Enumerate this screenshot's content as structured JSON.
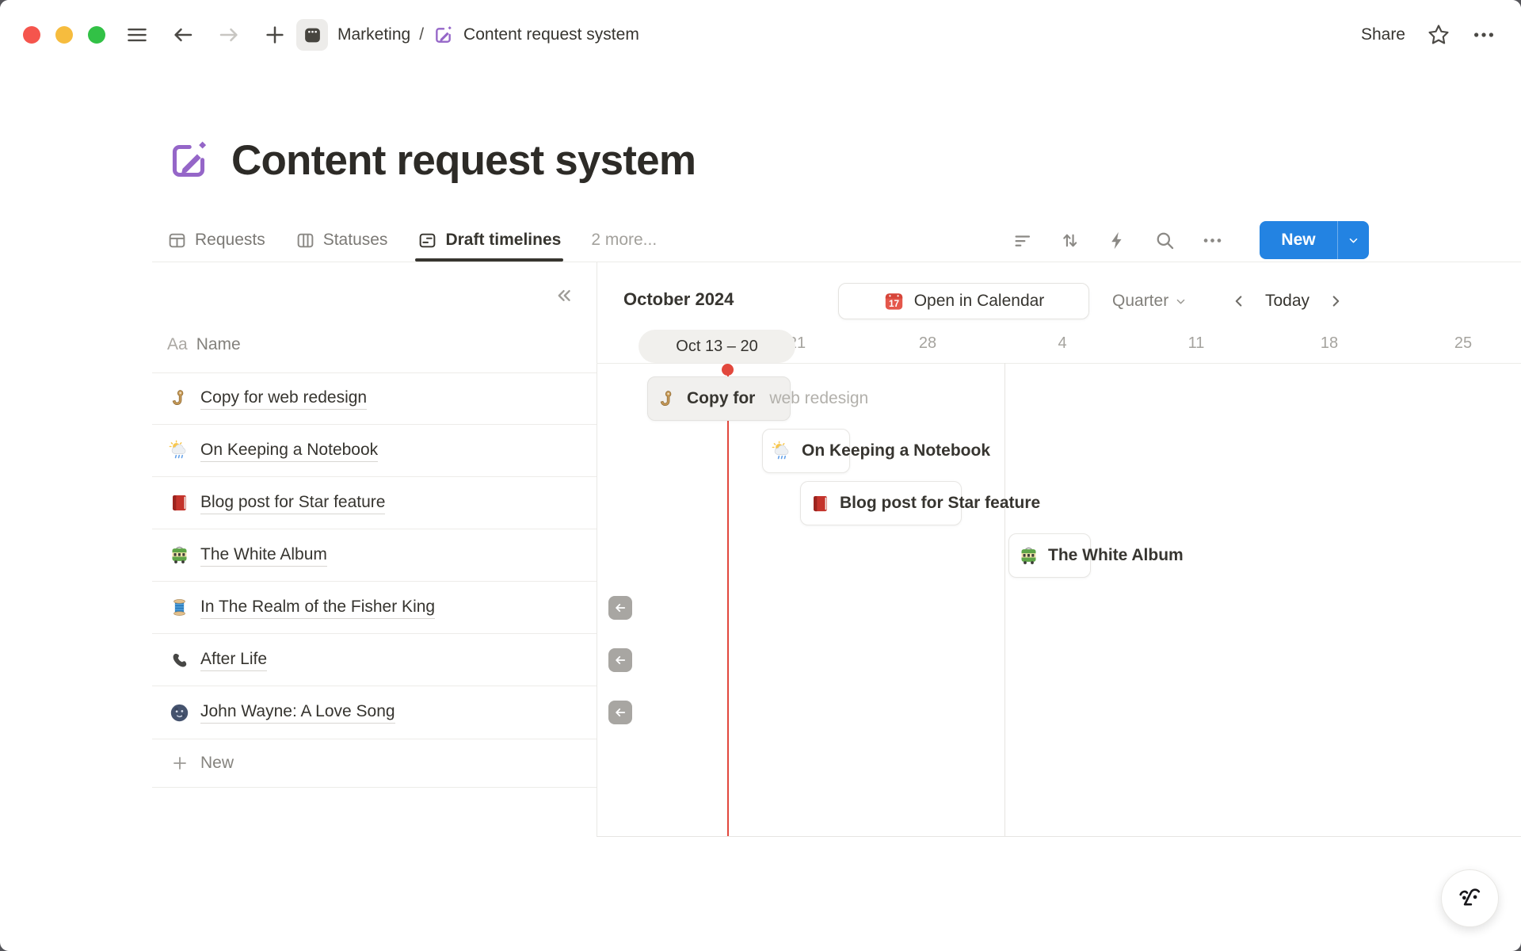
{
  "window": {
    "breadcrumb": {
      "workspace": "Marketing",
      "separator": "/",
      "page": "Content request system"
    },
    "share_label": "Share"
  },
  "page": {
    "title": "Content request system"
  },
  "tabs": {
    "items": [
      {
        "label": "Requests",
        "icon": "table-view-icon",
        "active": false
      },
      {
        "label": "Statuses",
        "icon": "board-view-icon",
        "active": false
      },
      {
        "label": "Draft timelines",
        "icon": "timeline-view-icon",
        "active": true
      },
      {
        "label": "2 more...",
        "icon": null,
        "active": false
      }
    ],
    "new_button_label": "New"
  },
  "table": {
    "header": {
      "type_badge": "Aa",
      "label": "Name"
    },
    "rows": [
      {
        "icon": "hook-emoji",
        "title": "Copy for web redesign"
      },
      {
        "icon": "sun-rain-cloud-emoji",
        "title": "On Keeping a Notebook"
      },
      {
        "icon": "red-book-emoji",
        "title": "Blog post for Star feature"
      },
      {
        "icon": "tram-emoji",
        "title": "The White Album"
      },
      {
        "icon": "thread-emoji",
        "title": "In The Realm of the Fisher King"
      },
      {
        "icon": "phone-emoji",
        "title": "After Life"
      },
      {
        "icon": "moon-face-emoji",
        "title": "John Wayne: A Love Song"
      }
    ],
    "new_row_label": "New"
  },
  "timeline": {
    "month_label": "October 2024",
    "open_in_calendar": {
      "label": "Open in Calendar",
      "calendar_day": "17"
    },
    "zoom_level": "Quarter",
    "today_label": "Today",
    "selected_range": "Oct 13 – 20",
    "date_ticks": [
      "21",
      "28",
      "4",
      "11",
      "18",
      "25"
    ],
    "bars": [
      {
        "icon": "hook-emoji",
        "title": "Copy for web redesign",
        "inside": "Copy for",
        "overflow": "web redesign"
      },
      {
        "icon": "sun-rain-cloud-emoji",
        "title": "On Keeping a Notebook"
      },
      {
        "icon": "red-book-emoji",
        "title": "Blog post for Star feature"
      },
      {
        "icon": "tram-emoji",
        "title": "The White Album"
      }
    ]
  },
  "colors": {
    "accent_blue": "#2383E2",
    "today_red": "#E2483D",
    "icon_purple": "#9566C8"
  }
}
